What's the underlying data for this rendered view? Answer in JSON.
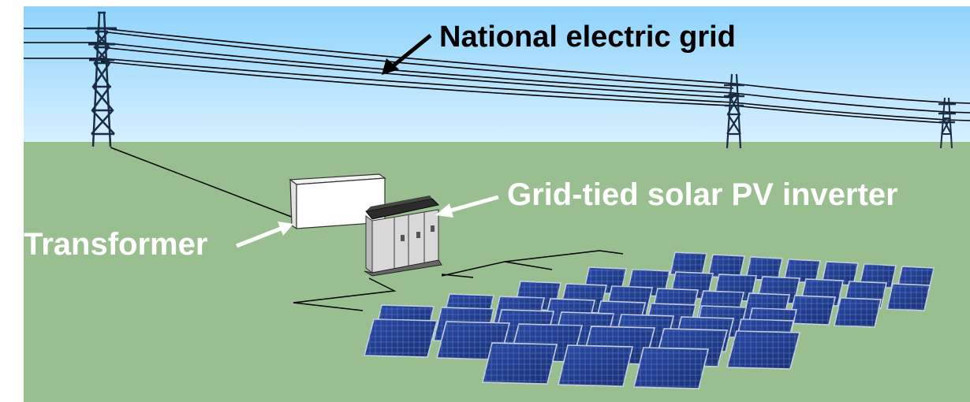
{
  "labels": {
    "grid": "National electric grid",
    "inverter": "Grid-tied solar PV inverter",
    "transformer": "Transformer"
  },
  "colors": {
    "sky_top": "#8fd3fb",
    "sky_bottom": "#d6f0fe",
    "ground": "#99be8f",
    "tower": "#1a2c44",
    "panel": "#1f3a8c",
    "panel_frame": "#c9d3e0",
    "transformer": "#ffffff",
    "inverter": "#d8d8d8",
    "wire": "#000000"
  }
}
